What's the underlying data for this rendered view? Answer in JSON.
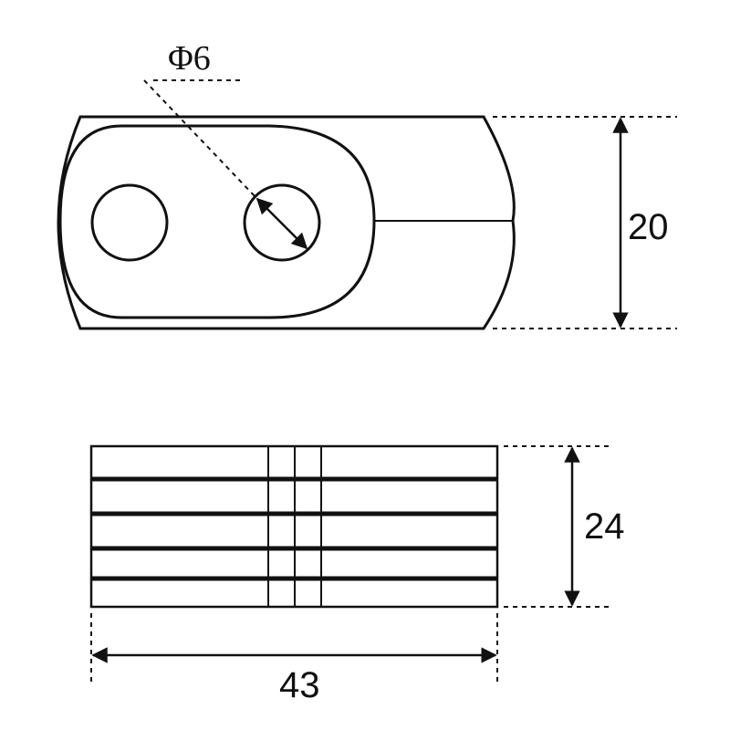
{
  "dimensions": {
    "hole_diameter": "Φ6",
    "height_top": "20",
    "height_bottom": "24",
    "width_bottom": "43"
  },
  "colors": {
    "stroke": "#111111",
    "background": "#ffffff"
  }
}
